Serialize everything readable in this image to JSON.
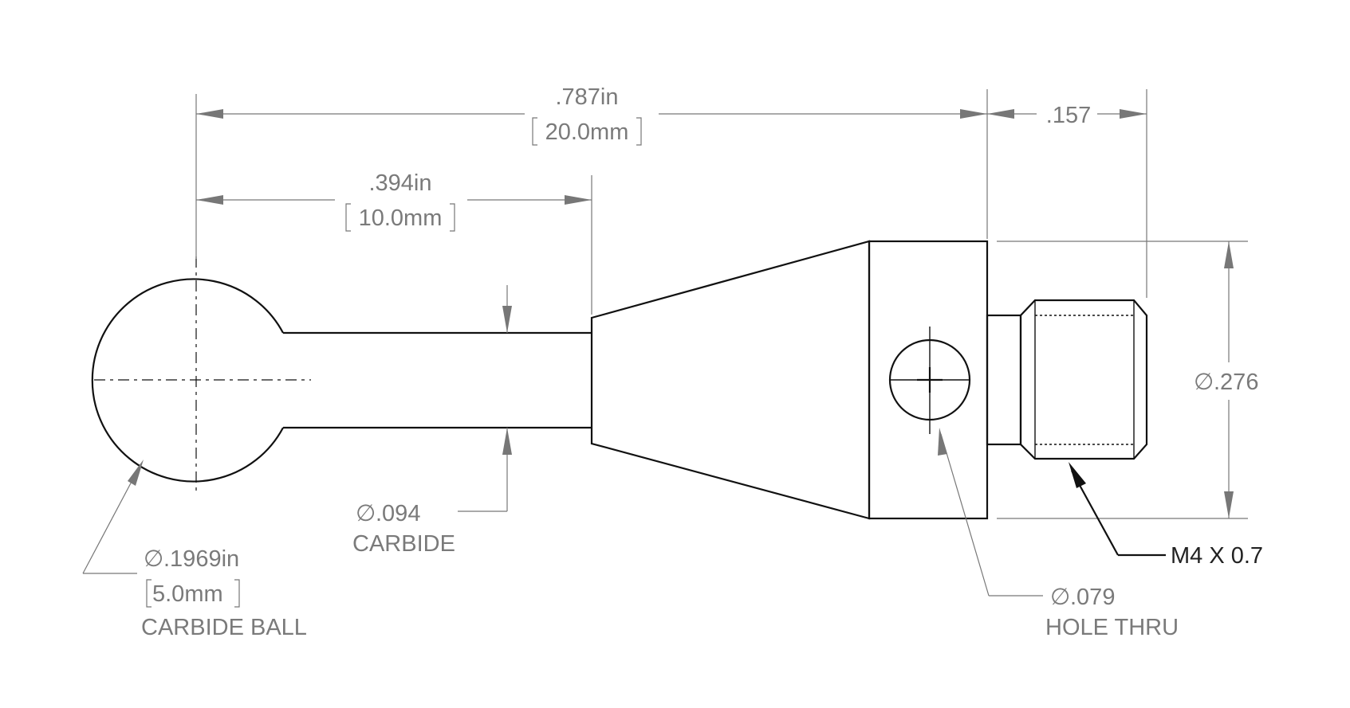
{
  "dimensions": {
    "overall_length": {
      "inch": ".787in",
      "mm": "20.0mm"
    },
    "stem_length": {
      "inch": ".394in",
      "mm": "10.0mm"
    },
    "thread_length": {
      "inch": ".157"
    },
    "body_diameter": {
      "symbol": "∅",
      "value": ".276"
    },
    "stem_diameter": {
      "symbol": "∅",
      "value": ".094",
      "note": "CARBIDE"
    },
    "ball_diameter": {
      "symbol": "∅",
      "inch": ".1969in",
      "mm": "5.0mm",
      "note": "CARBIDE BALL"
    },
    "thread": {
      "spec": "M4 X 0.7"
    },
    "hole": {
      "symbol": "∅",
      "value": ".079",
      "note": "HOLE THRU"
    }
  }
}
